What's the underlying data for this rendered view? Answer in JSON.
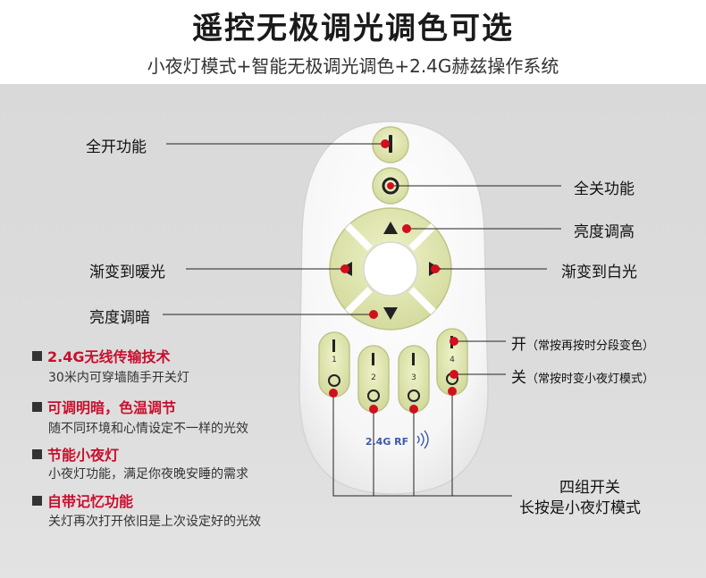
{
  "header": {
    "title": "遥控无极调光调色可选",
    "subtitle": "小夜灯模式+智能无极调光调色+2.4G赫兹操作系统"
  },
  "callouts": {
    "all_on": "全开功能",
    "all_off": "全关功能",
    "brighter": "亮度调高",
    "warm": "渐变到暖光",
    "white": "渐变到白光",
    "dimmer": "亮度调暗",
    "on_label": "开",
    "on_note": "（常按再按时分段变色）",
    "off_label": "关",
    "off_note": "（常按时变小夜灯模式）",
    "groups_line1": "四组开关",
    "groups_line2": "长按是小夜灯模式"
  },
  "features": [
    {
      "title": "2.4G无线传输技术",
      "desc": "30米内可穿墙随手开关灯"
    },
    {
      "title": "可调明暗，色温调节",
      "desc": "随不同环境和心情设定不一样的光效"
    },
    {
      "title": "节能小夜灯",
      "desc": "小夜灯功能，满足你夜晚安睡的需求"
    },
    {
      "title": "自带记忆功能",
      "desc": "关灯再次打开依旧是上次设定好的光效"
    }
  ],
  "remote": {
    "group_numbers": [
      "1",
      "2",
      "3",
      "4"
    ],
    "logo": "2.4G RF"
  },
  "colors": {
    "accent_red": "#c8102e",
    "button_green": "#e3e8b4",
    "marker_red": "#d0101e"
  }
}
